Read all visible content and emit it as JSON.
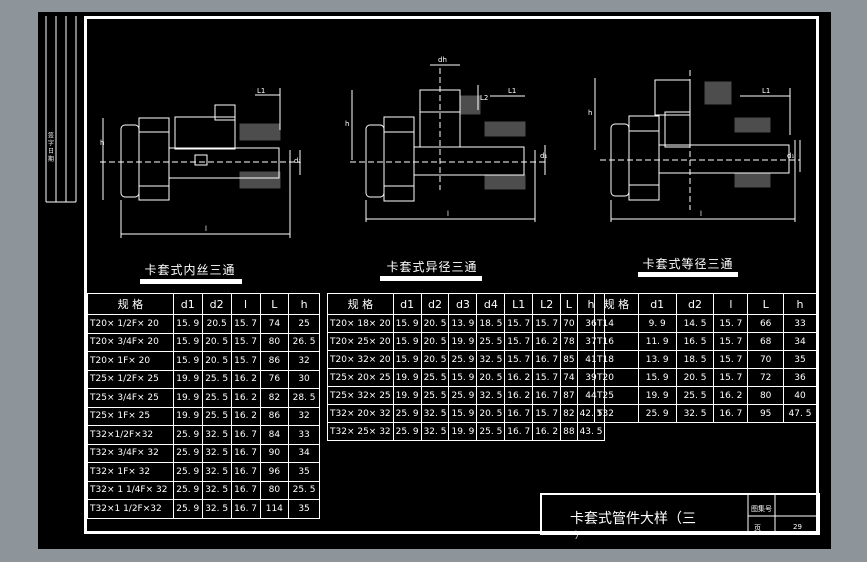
{
  "side_strip": {
    "chars": "签 字 日 期"
  },
  "drawings": {
    "d1": {
      "dims": {
        "L1": "L1",
        "h": "h",
        "d1": "d₁",
        "l": "l"
      }
    },
    "d2": {
      "dims": {
        "dh": "dh",
        "L2": "L2",
        "L1": "L1",
        "h": "h",
        "d1": "d₁",
        "l": "l"
      }
    },
    "d3": {
      "dims": {
        "L1": "L1",
        "h": "h",
        "d1": "d₁",
        "l": "l"
      }
    }
  },
  "tables": [
    {
      "title": "卡套式内丝三通",
      "headers": [
        "规  格",
        "d1",
        "d2",
        "l",
        "L",
        "h"
      ],
      "rows": [
        [
          "T20× 1/2F× 20",
          "15. 9",
          "20.5",
          "15. 7",
          "74",
          "25"
        ],
        [
          "T20× 3/4F× 20",
          "15. 9",
          "20. 5",
          "15. 7",
          "80",
          "26. 5"
        ],
        [
          "T20× 1F× 20",
          "15. 9",
          "20. 5",
          "15. 7",
          "86",
          "32"
        ],
        [
          "T25× 1/2F× 25",
          "19. 9",
          "25. 5",
          "16. 2",
          "76",
          "30"
        ],
        [
          "T25× 3/4F× 25",
          "19. 9",
          "25. 5",
          "16. 2",
          "82",
          "28. 5"
        ],
        [
          "T25× 1F× 25",
          "19. 9",
          "25. 5",
          "16. 2",
          "86",
          "32"
        ],
        [
          "T32×1/2F×32",
          "25. 9",
          "32. 5",
          "16. 7",
          "84",
          "33"
        ],
        [
          "T32× 3/4F× 32",
          "25. 9",
          "32. 5",
          "16. 7",
          "90",
          "34"
        ],
        [
          "T32× 1F× 32",
          "25. 9",
          "32. 5",
          "16. 7",
          "96",
          "35"
        ],
        [
          "T32× 1 1/4F× 32",
          "25. 9",
          "32. 5",
          "16. 7",
          "80",
          "25. 5"
        ],
        [
          "T32×1 1/2F×32",
          "25. 9",
          "32. 5",
          "16. 7",
          "114",
          "35"
        ]
      ]
    },
    {
      "title": "卡套式异径三通",
      "headers": [
        "规  格",
        "d1",
        "d2",
        "d3",
        "d4",
        "L1",
        "L2",
        "L",
        "h"
      ],
      "rows": [
        [
          "T20× 18× 20",
          "15. 9",
          "20. 5",
          "13. 9",
          "18. 5",
          "15. 7",
          "15. 7",
          "70",
          "36"
        ],
        [
          "T20× 25× 20",
          "15. 9",
          "20. 5",
          "19. 9",
          "25. 5",
          "15. 7",
          "16. 2",
          "78",
          "37"
        ],
        [
          "T20× 32× 20",
          "15. 9",
          "20. 5",
          "25. 9",
          "32. 5",
          "15. 7",
          "16. 7",
          "85",
          "41"
        ],
        [
          "T25× 20× 25",
          "19. 9",
          "25. 5",
          "15. 9",
          "20. 5",
          "16. 2",
          "15. 7",
          "74",
          "39"
        ],
        [
          "T25× 32× 25",
          "19. 9",
          "25. 5",
          "25. 9",
          "32. 5",
          "16. 2",
          "16. 7",
          "87",
          "44"
        ],
        [
          "T32× 20× 32",
          "25. 9",
          "32. 5",
          "15. 9",
          "20. 5",
          "16. 7",
          "15. 7",
          "82",
          "42. 5"
        ],
        [
          "T32× 25× 32",
          "25. 9",
          "32. 5",
          "19. 9",
          "25. 5",
          "16. 7",
          "16. 2",
          "88",
          "43. 5"
        ]
      ]
    },
    {
      "title": "卡套式等径三通",
      "headers": [
        "规  格",
        "d1",
        "d2",
        "l",
        "L",
        "h"
      ],
      "rows": [
        [
          "T14",
          "9. 9",
          "14. 5",
          "15. 7",
          "66",
          "33"
        ],
        [
          "T16",
          "11. 9",
          "16. 5",
          "15. 7",
          "68",
          "34"
        ],
        [
          "T18",
          "13. 9",
          "18. 5",
          "15. 7",
          "70",
          "35"
        ],
        [
          "T20",
          "15. 9",
          "20. 5",
          "15. 7",
          "72",
          "36"
        ],
        [
          "T25",
          "19. 9",
          "25. 5",
          "16. 2",
          "80",
          "40"
        ],
        [
          "T32",
          "25. 9",
          "32. 5",
          "16. 7",
          "95",
          "47. 5"
        ]
      ]
    }
  ],
  "title_block": {
    "name": "卡套式管件大样（三",
    "name_tail": "）",
    "label_tuhao": "图集号",
    "label_page": "页",
    "page_number": "29"
  }
}
